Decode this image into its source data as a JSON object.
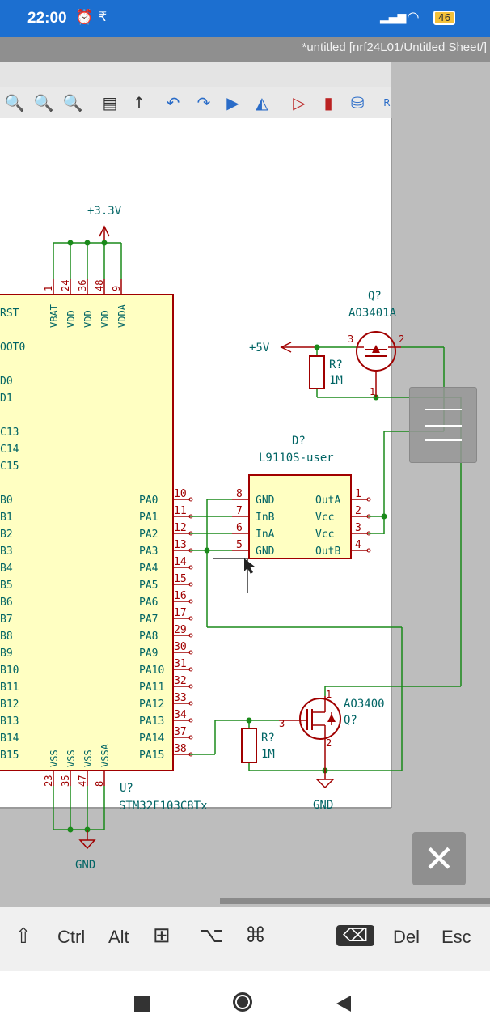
{
  "status_bar": {
    "time": "22:00",
    "battery": "46"
  },
  "window_title": "*untitled [nrf24L01/Untitled Sheet/]",
  "toolbar_icons": [
    "zoom-in-icon",
    "zoom-out-icon",
    "zoom-fit-icon",
    "page-settings-icon",
    "leave-sheet-icon",
    "undo-icon",
    "redo-icon",
    "flip-icon",
    "mirror-icon",
    "erc-icon",
    "annotate-icon",
    "footprint-assign-icon",
    "bom-icon",
    "netlist-icon",
    "table-icon"
  ],
  "keys": {
    "shift": "⇧",
    "ctrl": "Ctrl",
    "alt": "Alt",
    "win": "⊞",
    "alt2": "⌥",
    "cmd": "⌘",
    "backspace": "⌫",
    "del": "Del",
    "esc": "Esc"
  },
  "schematic": {
    "mcu": {
      "ref": "U?",
      "value": "STM32F103C8Tx",
      "left_pins": [
        "RST",
        "OOT0",
        "D0",
        "D1",
        "C13",
        "C14",
        "C15",
        "B0",
        "B1",
        "B2",
        "B3",
        "B4",
        "B5",
        "B6",
        "B7",
        "B8",
        "B9",
        "B10",
        "B11",
        "B12",
        "B13",
        "B14",
        "B15"
      ],
      "right_pins": [
        "PA0",
        "PA1",
        "PA2",
        "PA3",
        "PA4",
        "PA5",
        "PA6",
        "PA7",
        "PA8",
        "PA9",
        "PA10",
        "PA11",
        "PA12",
        "PA13",
        "PA14",
        "PA15"
      ],
      "right_pin_numbers": [
        "10",
        "11",
        "12",
        "13",
        "14",
        "15",
        "16",
        "17",
        "29",
        "30",
        "31",
        "32",
        "33",
        "34",
        "37",
        "38"
      ],
      "top_pins": [
        "VBAT",
        "VDD",
        "VDD",
        "VDD",
        "VDDA"
      ],
      "top_pin_numbers": [
        "1",
        "24",
        "36",
        "48",
        "9"
      ],
      "bottom_pins": [
        "VSS",
        "VSS",
        "VSS",
        "VSSA"
      ],
      "bottom_pin_numbers": [
        "23",
        "35",
        "47",
        "8"
      ]
    },
    "power_3v3": "+3.3V",
    "power_5v": "+5V",
    "gnd_labels": [
      "GND",
      "GND"
    ],
    "q_top": {
      "ref": "Q?",
      "value": "AO3401A",
      "pins": [
        "3",
        "2",
        "1"
      ]
    },
    "r_top": {
      "ref": "R?",
      "value": "1M"
    },
    "driver": {
      "ref": "D?",
      "value": "L9110S-user",
      "left_pins": [
        "GND",
        "InB",
        "InA",
        "GND"
      ],
      "left_numbers": [
        "8",
        "7",
        "6",
        "5"
      ],
      "right_pins": [
        "OutA",
        "Vcc",
        "Vcc",
        "OutB"
      ],
      "right_numbers": [
        "1",
        "2",
        "3",
        "4"
      ]
    },
    "q_bot": {
      "ref": "Q?",
      "value": "AO3400",
      "pins": [
        "1",
        "3",
        "2"
      ]
    },
    "r_bot": {
      "ref": "R?",
      "value": "1M"
    }
  },
  "colors": {
    "wire": "#1a8a1a",
    "component": "#a00000",
    "body_fill": "#ffffc2",
    "text": "#006464",
    "status_bar": "#1c6fd0"
  }
}
